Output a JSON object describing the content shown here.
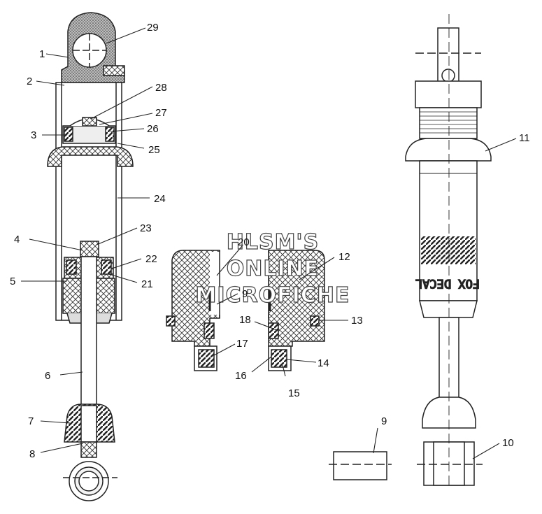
{
  "watermark": {
    "line1": "HLSM'S",
    "line2": "ONLINE",
    "line3": "MICROFICHE"
  },
  "decal_text": "FOX DECAL",
  "part_labels": [
    {
      "id": "1",
      "text": "1"
    },
    {
      "id": "2",
      "text": "2"
    },
    {
      "id": "3",
      "text": "3"
    },
    {
      "id": "4",
      "text": "4"
    },
    {
      "id": "5",
      "text": "5"
    },
    {
      "id": "6",
      "text": "6"
    },
    {
      "id": "7",
      "text": "7"
    },
    {
      "id": "8",
      "text": "8"
    },
    {
      "id": "9a",
      "text": "9"
    },
    {
      "id": "9b",
      "text": "9"
    },
    {
      "id": "10",
      "text": "10"
    },
    {
      "id": "11",
      "text": "11"
    },
    {
      "id": "12",
      "text": "12"
    },
    {
      "id": "13",
      "text": "13"
    },
    {
      "id": "14",
      "text": "14"
    },
    {
      "id": "15",
      "text": "15"
    },
    {
      "id": "16",
      "text": "16"
    },
    {
      "id": "17",
      "text": "17"
    },
    {
      "id": "18",
      "text": "18"
    },
    {
      "id": "20",
      "text": "20"
    },
    {
      "id": "21",
      "text": "21"
    },
    {
      "id": "22",
      "text": "22"
    },
    {
      "id": "23",
      "text": "23"
    },
    {
      "id": "24",
      "text": "24"
    },
    {
      "id": "25",
      "text": "25"
    },
    {
      "id": "26",
      "text": "26"
    },
    {
      "id": "27",
      "text": "27"
    },
    {
      "id": "28",
      "text": "28"
    },
    {
      "id": "29",
      "text": "29"
    }
  ]
}
